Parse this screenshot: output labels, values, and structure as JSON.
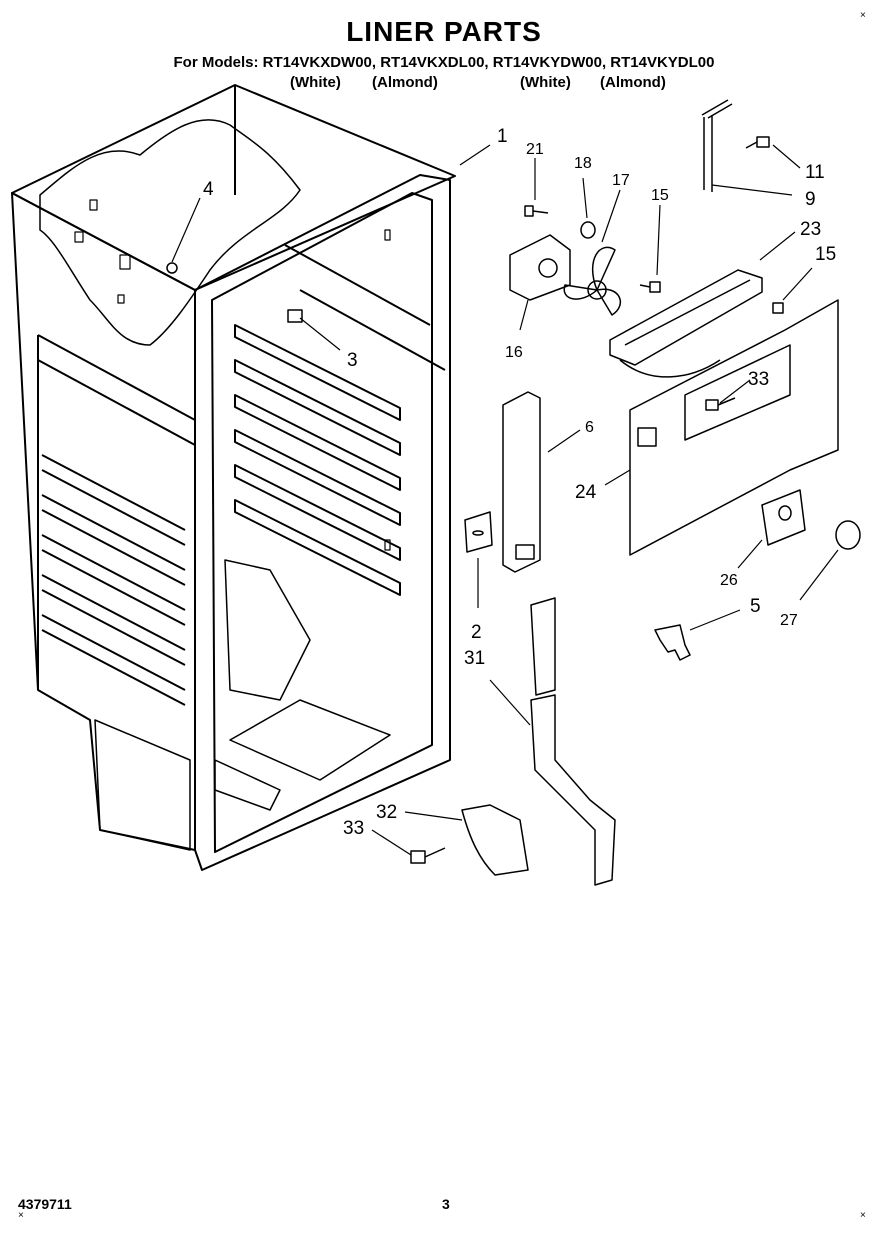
{
  "header": {
    "title": "LINER PARTS",
    "models_line": "For Models: RT14VKXDW00, RT14VKXDL00, RT14VKYDW00, RT14VKYDL00",
    "colors": [
      "(White)",
      "(Almond)",
      "(White)",
      "(Almond)"
    ]
  },
  "callouts": [
    "1",
    "21",
    "18",
    "17",
    "15",
    "11",
    "9",
    "23",
    "15",
    "4",
    "3",
    "16",
    "33",
    "6",
    "24",
    "26",
    "27",
    "5",
    "2",
    "31",
    "32",
    "33"
  ],
  "footer": {
    "doc_number": "4379711",
    "page_number": "3"
  }
}
